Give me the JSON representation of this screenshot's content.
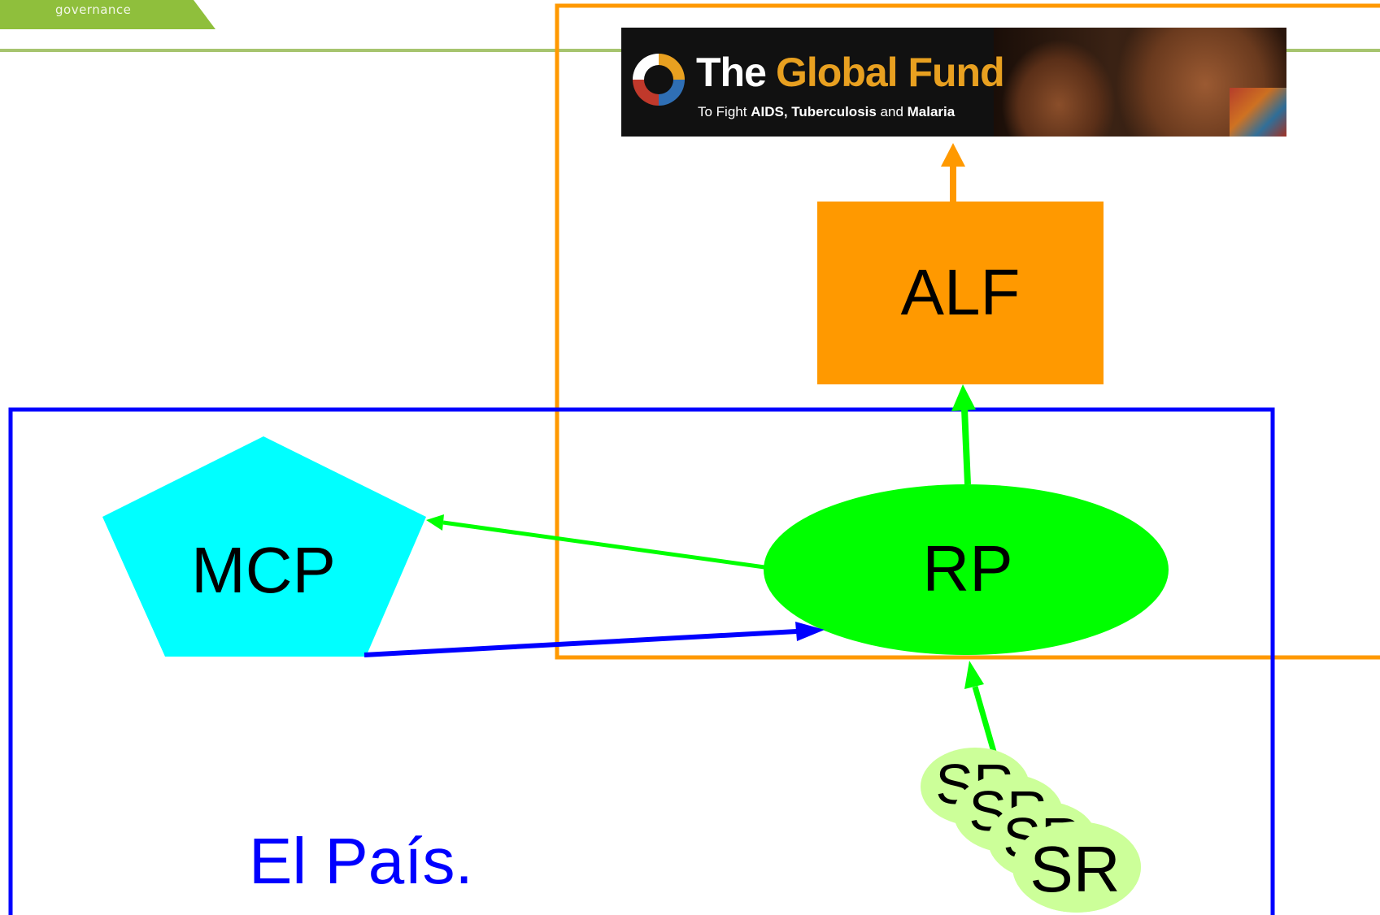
{
  "corner_logo": {
    "text": "governance"
  },
  "banner": {
    "title_part1": "The",
    "title_part2": "Global Fund",
    "subtitle_parts": [
      "To Fight ",
      "AIDS",
      ", ",
      "Tuberculosis",
      " and ",
      "Malaria"
    ]
  },
  "nodes": {
    "alf": "ALF",
    "mcp": "MCP",
    "rp": "RP",
    "sr_labels": [
      "SR",
      "SR",
      "SR",
      "SR"
    ]
  },
  "regions": {
    "country_label": "El País."
  },
  "colors": {
    "orange": "#ff9900",
    "blue": "#0000ff",
    "green": "#00ff00",
    "light_green": "#ccff99",
    "cyan": "#00ffff",
    "olive_rule": "#a6c46e"
  }
}
